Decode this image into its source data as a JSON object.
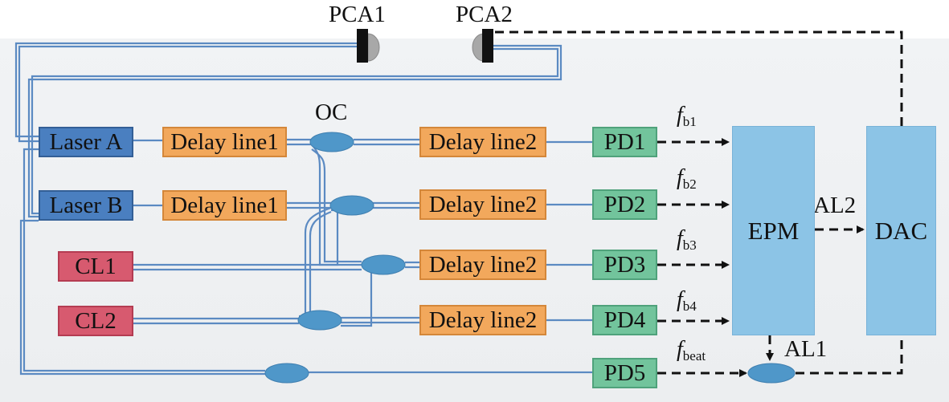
{
  "labels": {
    "pca1": "PCA1",
    "pca2": "PCA2",
    "oc": "OC",
    "al1": "AL1",
    "al2": "AL2"
  },
  "lasers": {
    "a": "Laser A",
    "b": "Laser B"
  },
  "delay_line1": [
    "Delay line1",
    "Delay line1"
  ],
  "delay_line2": [
    "Delay line2",
    "Delay line2",
    "Delay line2",
    "Delay line2"
  ],
  "photodetectors": [
    "PD1",
    "PD2",
    "PD3",
    "PD4",
    "PD5"
  ],
  "clocks": [
    "CL1",
    "CL2"
  ],
  "epm": "EPM",
  "dac": "DAC",
  "beat_signals": [
    {
      "symbol": "f",
      "sub": "b1"
    },
    {
      "symbol": "f",
      "sub": "b2"
    },
    {
      "symbol": "f",
      "sub": "b3"
    },
    {
      "symbol": "f",
      "sub": "b4"
    },
    {
      "symbol": "f",
      "sub": "beat"
    }
  ],
  "colors": {
    "fiber": "#5b8ac2",
    "laser": "#4a7fc0",
    "delay": "#f2a85c",
    "pd": "#72c49c",
    "clock": "#d75a6f",
    "processor": "#8cc4e6",
    "coupler": "#4f97c9",
    "electrical": "#111111"
  }
}
